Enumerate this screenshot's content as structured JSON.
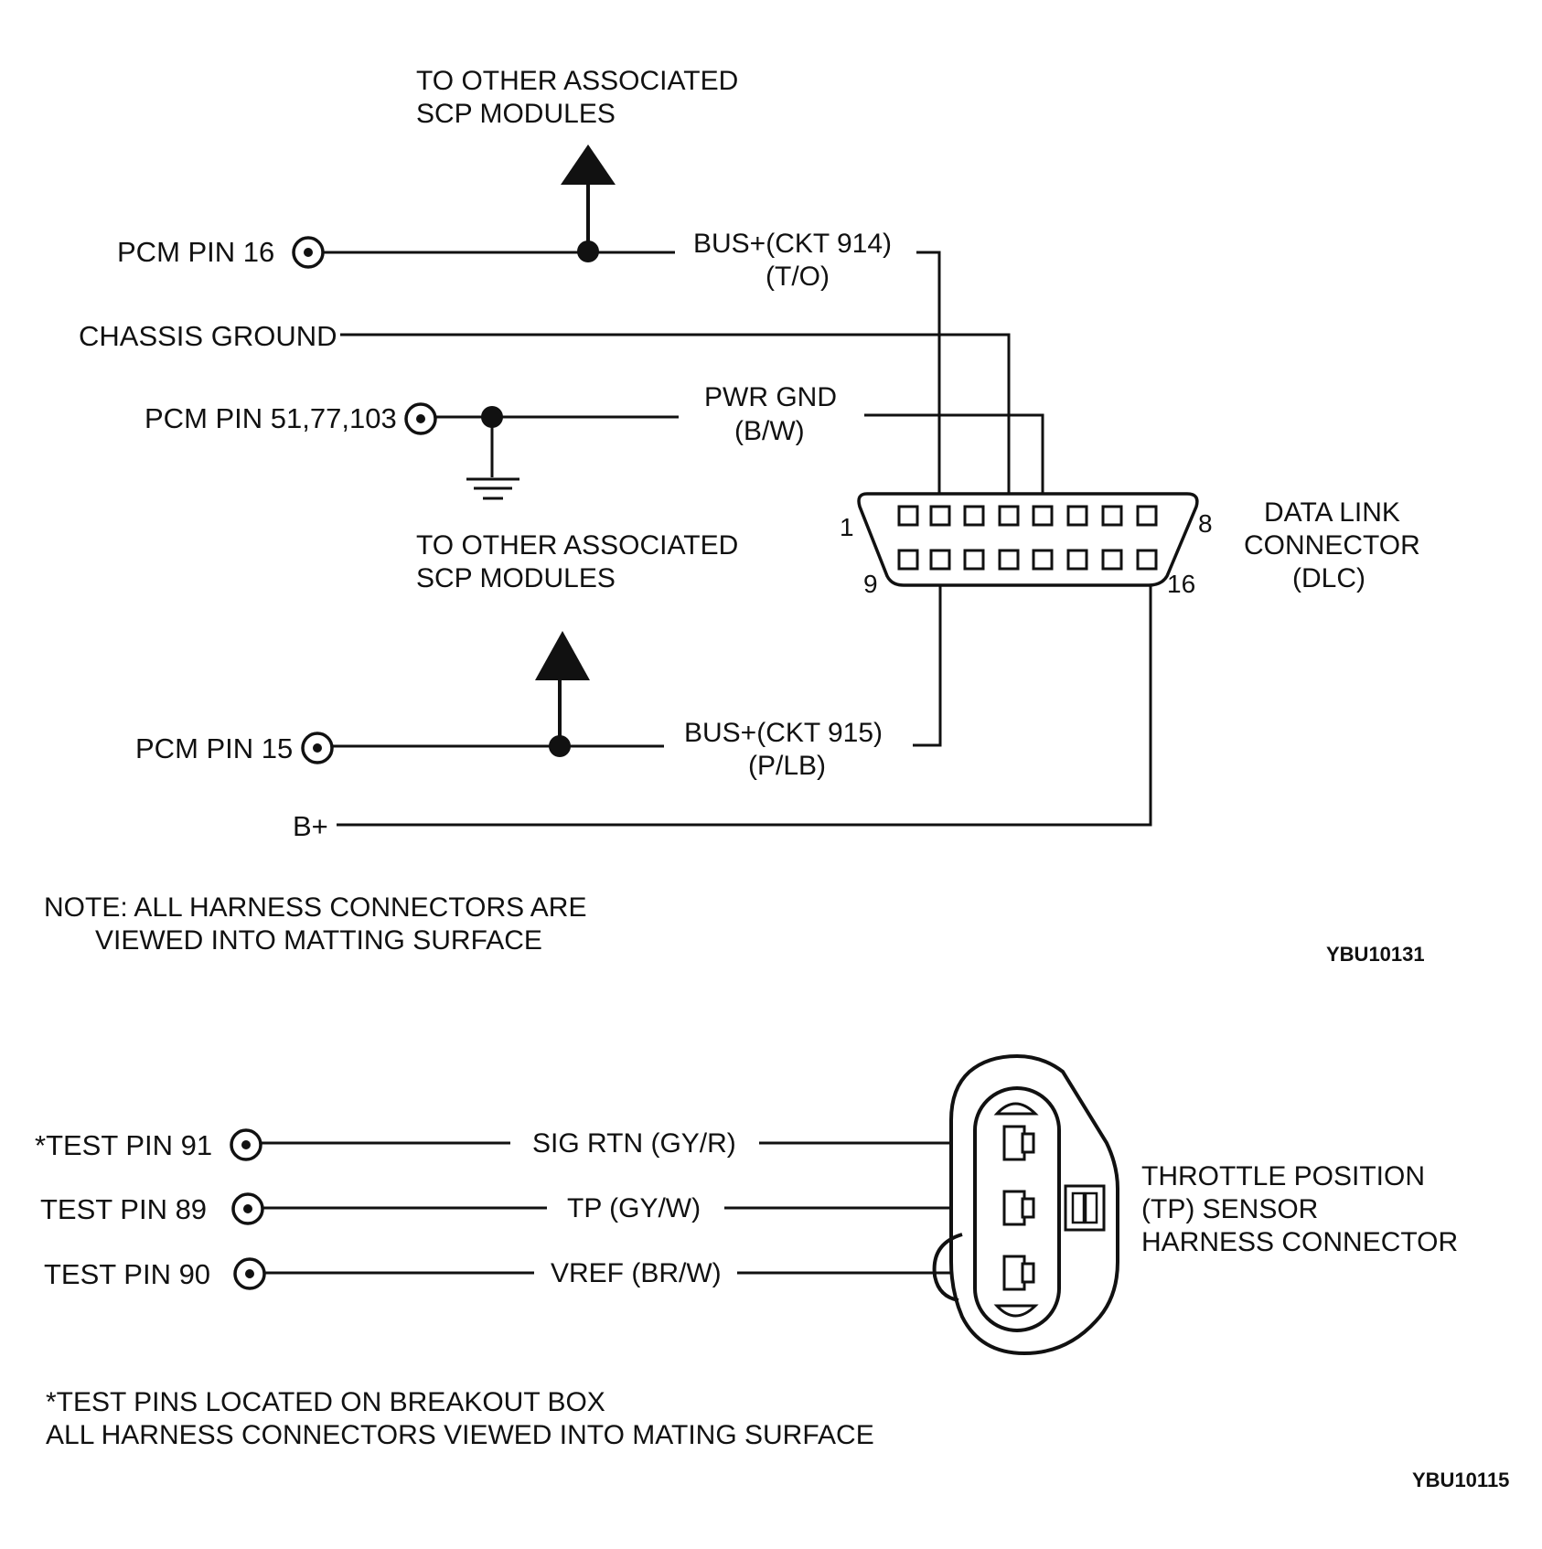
{
  "top": {
    "scp_top_label": [
      "TO OTHER ASSOCIATED",
      "SCP MODULES"
    ],
    "pcm_pin_16": "PCM PIN 16",
    "bus_914": [
      "BUS+(CKT  914)",
      "(T/O)"
    ],
    "chassis_ground": "CHASSIS GROUND",
    "pcm_pin_gnd": "PCM PIN 51,77,103",
    "pwr_gnd": [
      "PWR GND",
      "(B/W)"
    ],
    "scp_mid_label": [
      "TO OTHER ASSOCIATED",
      "SCP MODULES"
    ],
    "pcm_pin_15": "PCM PIN 15",
    "bus_915": [
      "BUS+(CKT  915)",
      "(P/LB)"
    ],
    "b_plus": "B+",
    "dlc_pin_numbers": [
      "1",
      "8",
      "9",
      "16"
    ],
    "dlc_label": [
      "DATA LINK",
      "CONNECTOR",
      "(DLC)"
    ],
    "note": [
      "NOTE: ALL HARNESS CONNECTORS ARE",
      "VIEWED INTO MATTING SURFACE"
    ],
    "figure_code": "YBU10131"
  },
  "bottom": {
    "test_pin_91": "*TEST PIN 91",
    "test_pin_89": "TEST PIN 89",
    "test_pin_90": "TEST PIN 90",
    "sig_rtn": "SIG RTN (GY/R)",
    "tp": "TP (GY/W)",
    "vref": "VREF (BR/W)",
    "tp_label": [
      "THROTTLE POSITION",
      "(TP) SENSOR",
      "HARNESS CONNECTOR"
    ],
    "footnote": [
      "*TEST PINS LOCATED ON BREAKOUT BOX",
      "ALL HARNESS CONNECTORS VIEWED INTO MATING SURFACE"
    ],
    "figure_code": "YBU10115"
  }
}
